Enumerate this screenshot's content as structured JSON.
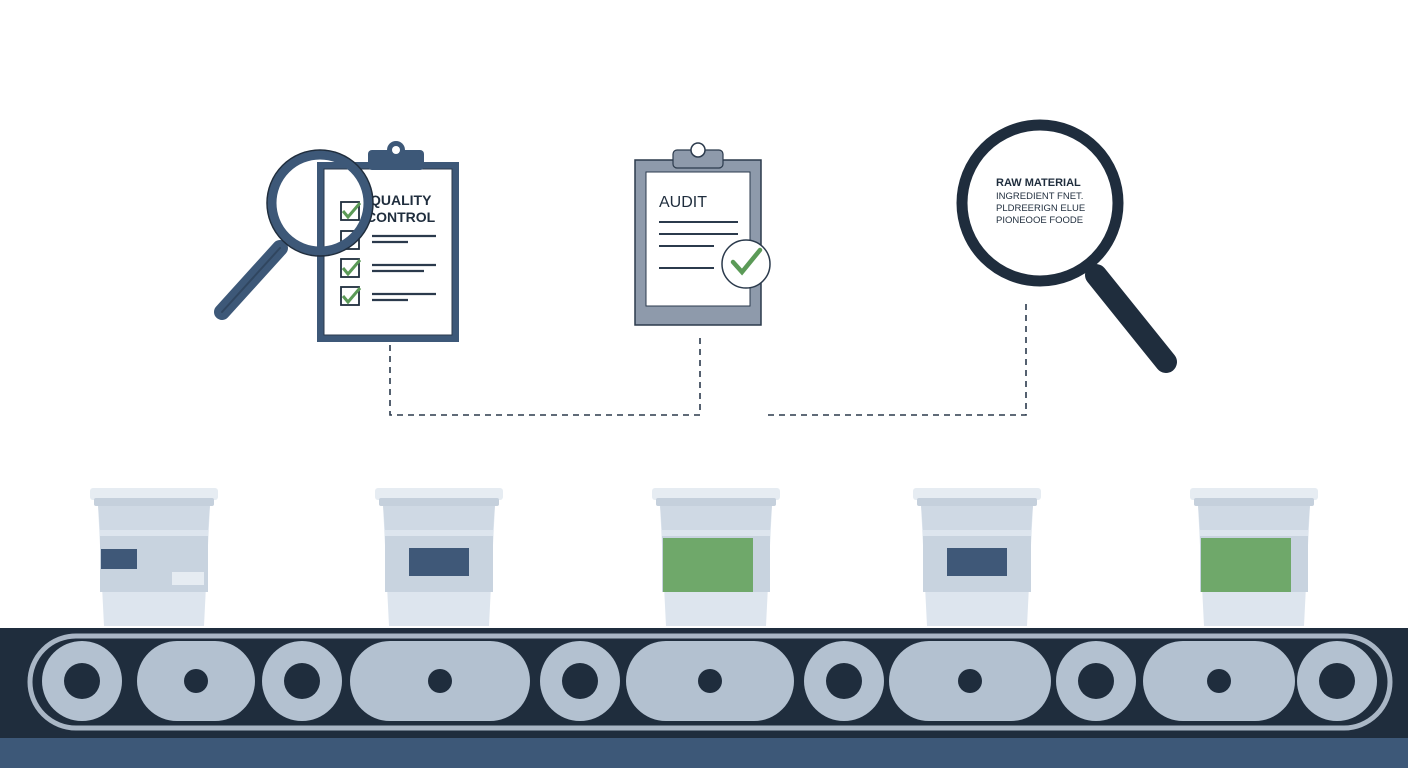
{
  "quality_control": {
    "title_line1": "QUALITY",
    "title_line2": "CONTROL"
  },
  "audit": {
    "title": "AUDIT"
  },
  "raw_material": {
    "title": "RAW MATERIAL",
    "line1": "INGREDIENT FNET.",
    "line2": "PLDREERIGN ELUE",
    "line3": "PIONEOOE FOODE"
  },
  "cups": [
    {
      "label_color": "#3f5878",
      "style": "tag"
    },
    {
      "label_color": "#3f5878",
      "style": "badge"
    },
    {
      "label_color": "#6fa86a",
      "style": "band"
    },
    {
      "label_color": "#3f5878",
      "style": "badge"
    },
    {
      "label_color": "#6fa86a",
      "style": "band"
    }
  ],
  "colors": {
    "navy": "#1f2d3d",
    "slate": "#3d5878",
    "steel": "#8e9aab",
    "roller": "#b3c1d0",
    "check": "#5b9a57",
    "cup": "#dde5ee"
  }
}
